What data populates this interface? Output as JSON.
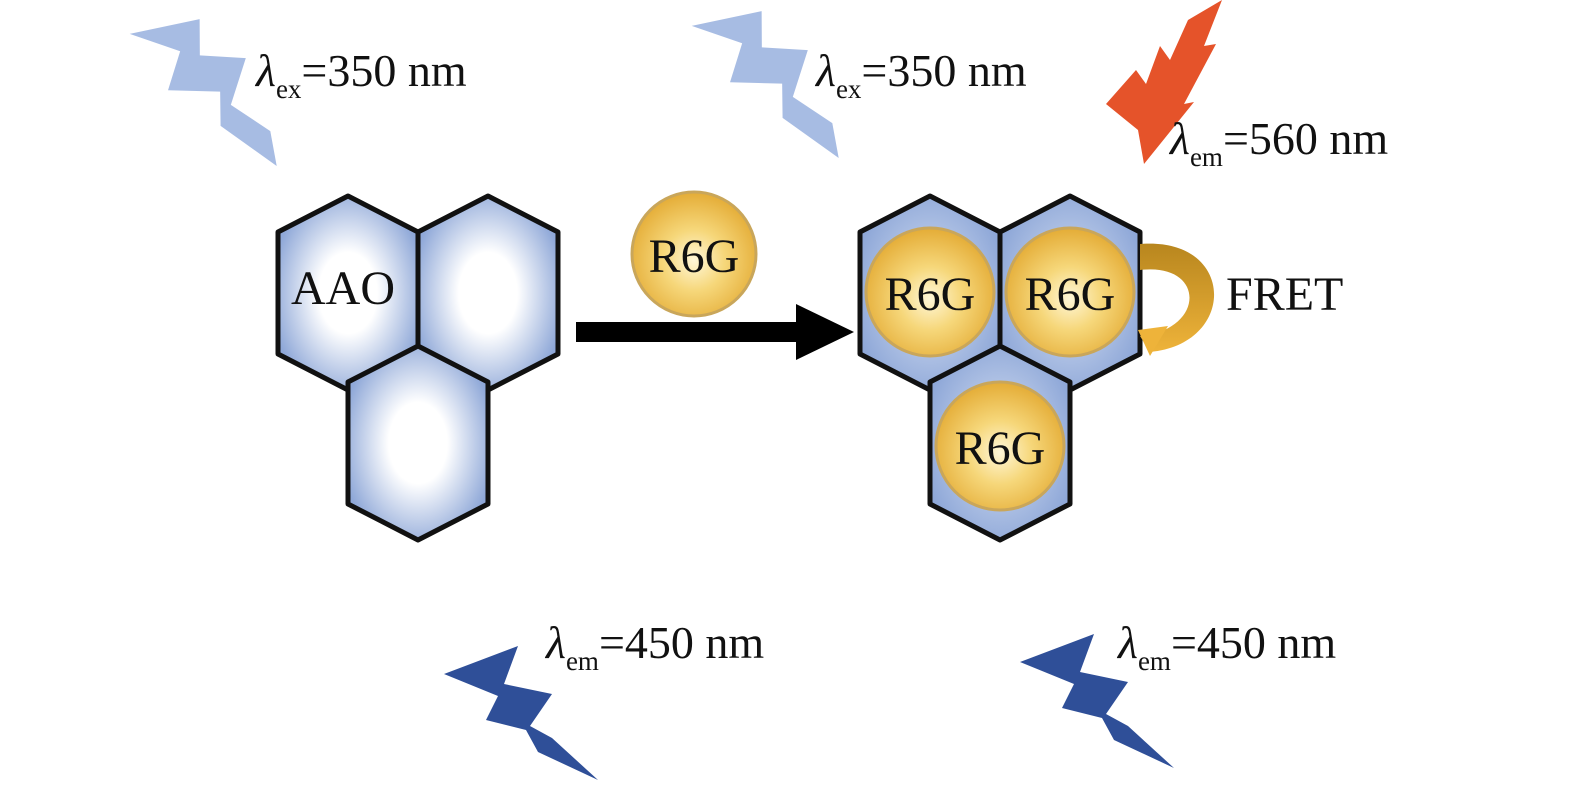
{
  "colors": {
    "bolt_excitation": "#9db5e0",
    "bolt_emission_blue": "#2f4f98",
    "bolt_emission_red": "#e5532a",
    "hex_stroke": "#111111",
    "hex_fill_edge": "#8fa8d8",
    "ball_fill": "#f0c04a",
    "fret_arrow": "#d9a12a",
    "reaction_arrow": "#000000"
  },
  "labels": {
    "excitation_left": {
      "symbol": "λ",
      "subscript": "ex",
      "value": "=350 nm"
    },
    "excitation_right": {
      "symbol": "λ",
      "subscript": "ex",
      "value": "=350 nm"
    },
    "emission_red": {
      "symbol": "λ",
      "subscript": "em",
      "value": "=560 nm"
    },
    "emission_left": {
      "symbol": "λ",
      "subscript": "em",
      "value": "=450 nm"
    },
    "emission_right": {
      "symbol": "λ",
      "subscript": "em",
      "value": "=450 nm"
    }
  },
  "aao_label": "AAO",
  "dye_free": "R6G",
  "dye_in_pores": [
    "R6G",
    "R6G",
    "R6G"
  ],
  "fret_label": "FRET",
  "icons": {
    "excitation": "lightning-bolt-icon",
    "emission": "lightning-bolt-icon",
    "reaction": "arrow-right-icon",
    "fret": "curved-arrow-icon"
  }
}
